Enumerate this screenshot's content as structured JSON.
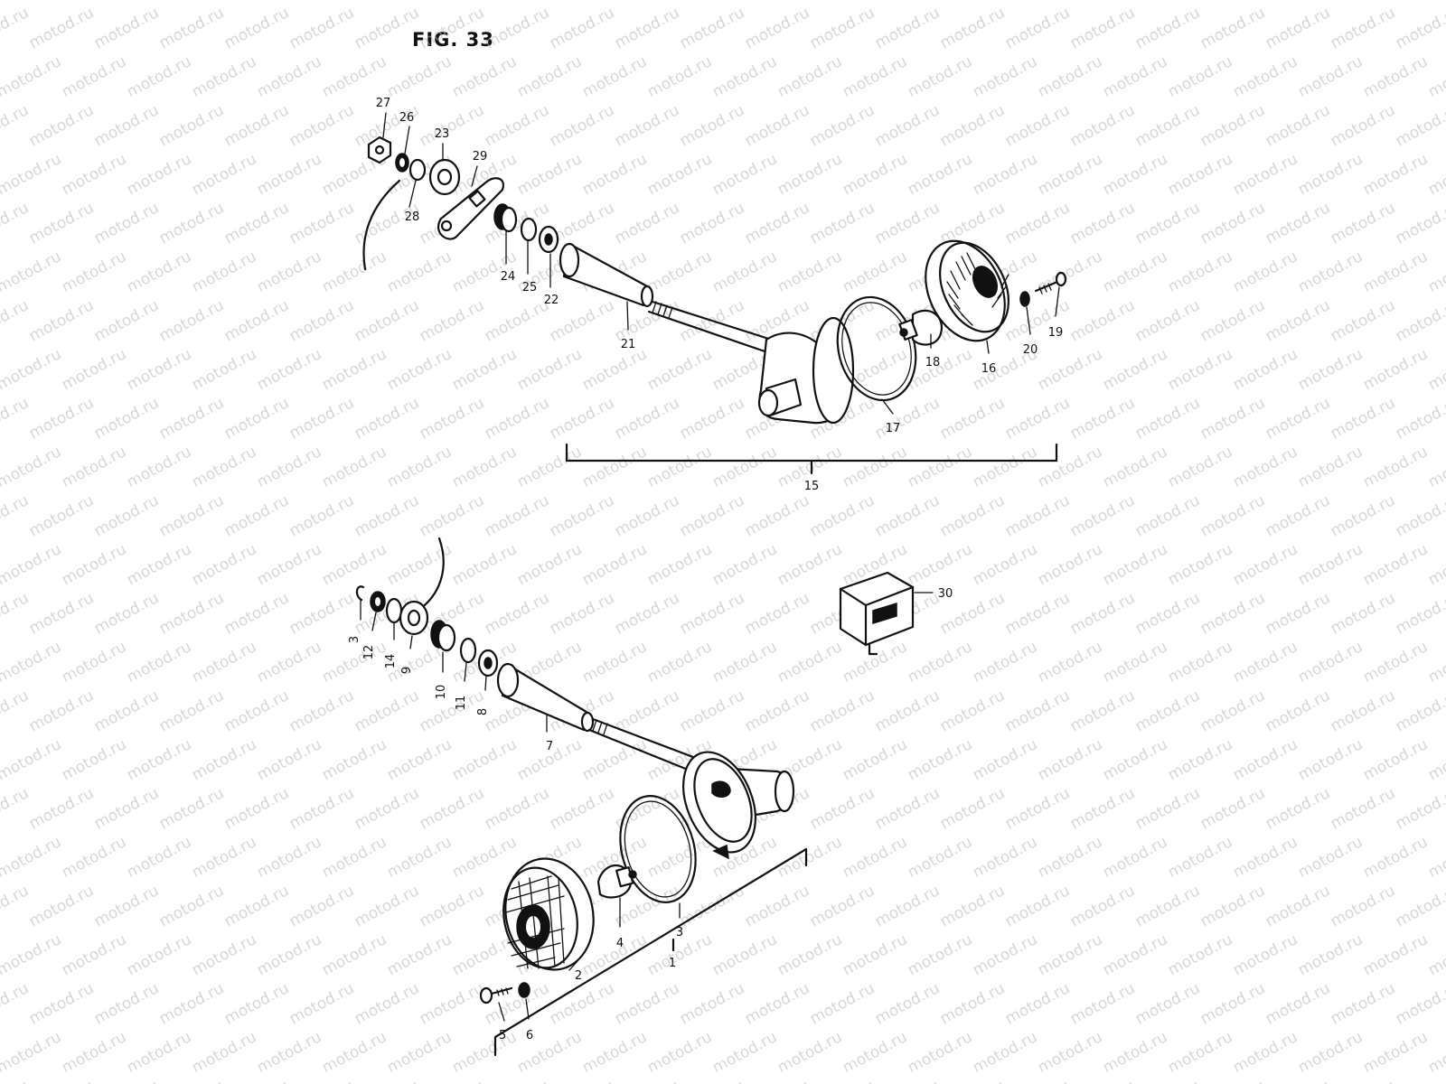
{
  "figure": {
    "title": "FIG. 33",
    "watermark": "motod.ru"
  },
  "upper_assembly": {
    "group_label": "15",
    "callouts": [
      "27",
      "26",
      "23",
      "29",
      "28",
      "24",
      "25",
      "22",
      "21",
      "17",
      "18",
      "16",
      "20",
      "19"
    ]
  },
  "lower_assembly": {
    "group_label": "1",
    "callouts": [
      "3",
      "12",
      "14",
      "9",
      "10",
      "11",
      "8",
      "7",
      "2",
      "4",
      "3",
      "5",
      "6"
    ]
  },
  "separate_part": {
    "callout": "30"
  }
}
